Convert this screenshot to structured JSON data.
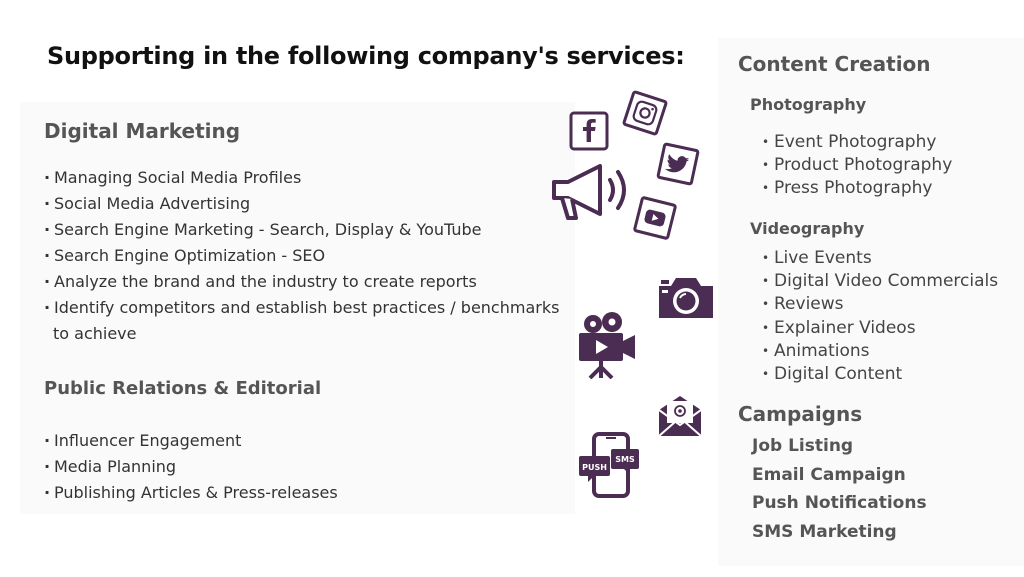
{
  "heading": "Supporting in the following company's services:",
  "digital_marketing": {
    "title": "Digital Marketing",
    "items": [
      "Managing Social Media Profiles",
      "Social Media Advertising",
      "Search Engine Marketing - Search, Display & YouTube",
      "Search Engine Optimization - SEO",
      "Analyze the brand and the industry to create reports",
      "Identify competitors and establish best practices / benchmarks",
      "to achieve"
    ]
  },
  "public_relations": {
    "title": "Public Relations & Editorial",
    "items": [
      "Influencer Engagement",
      "Media Planning",
      "Publishing Articles & Press-releases"
    ]
  },
  "content_creation": {
    "title": "Content Creation",
    "photography": {
      "title": "Photography",
      "items": [
        "Event Photography",
        "Product Photography",
        "Press Photography"
      ]
    },
    "videography": {
      "title": "Videography",
      "items": [
        "Live Events",
        "Digital Video Commercials",
        "Reviews",
        "Explainer Videos",
        "Animations",
        "Digital Content"
      ]
    }
  },
  "campaigns": {
    "title": "Campaigns",
    "items": [
      "Job Listing",
      "Email Campaign",
      "Push Notifications",
      "SMS Marketing"
    ]
  },
  "icons": {
    "color": "#4b2c52",
    "names": [
      "facebook-icon",
      "instagram-icon",
      "twitter-icon",
      "youtube-icon",
      "megaphone-icon",
      "camera-icon",
      "video-camera-icon",
      "email-icon",
      "mobile-notifications-icon"
    ],
    "push_label": "PUSH",
    "sms_label": "SMS"
  }
}
